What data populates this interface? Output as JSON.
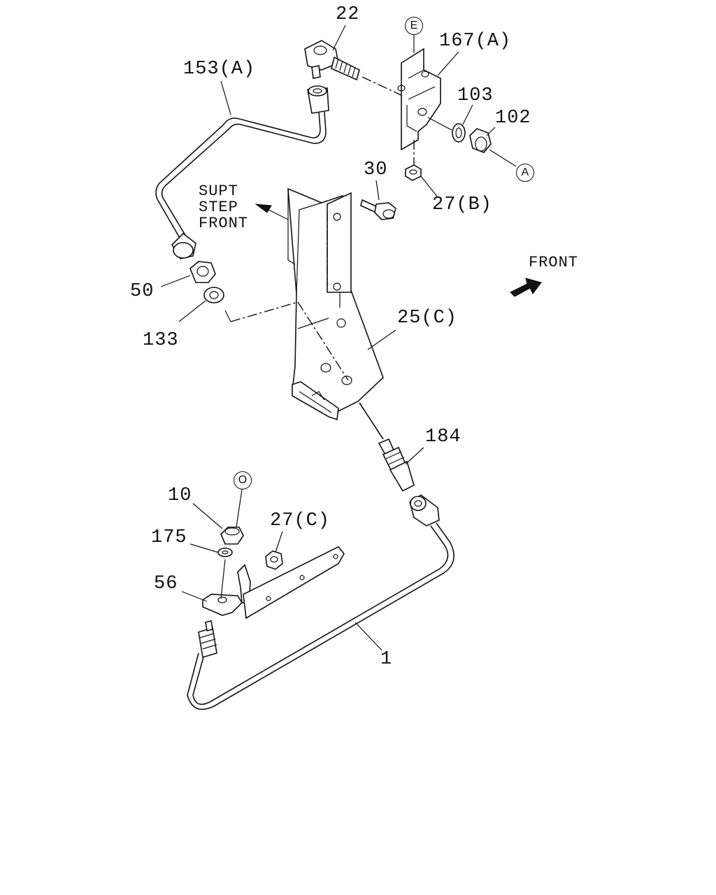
{
  "callouts": {
    "p22": "22",
    "p167a": "167(A)",
    "p153a": "153(A)",
    "p103": "103",
    "p102": "102",
    "p30": "30",
    "p27b": "27(B)",
    "p50": "50",
    "p133": "133",
    "p25c": "25(C)",
    "p184": "184",
    "p10": "10",
    "p175": "175",
    "p27c": "27(C)",
    "p56": "56",
    "p1": "1"
  },
  "circled_refs": {
    "e": "E",
    "a": "A",
    "o": "O"
  },
  "annotations": {
    "supt_step_front": "SUPT\nSTEP\nFRONT",
    "front": "FRONT"
  },
  "icons": [
    "front-direction-arrow-icon",
    "supt-step-front-arrow-icon"
  ]
}
